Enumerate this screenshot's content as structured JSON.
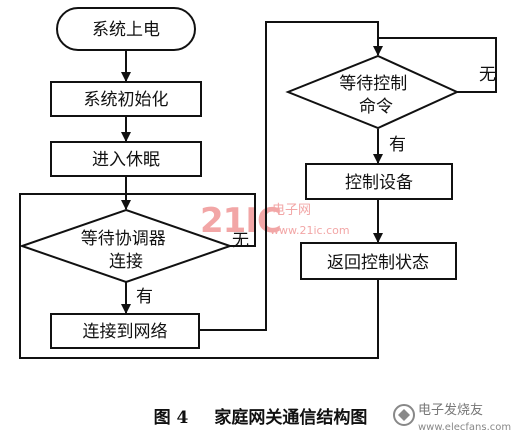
{
  "nodes": {
    "power_on": "系统上电",
    "init": "系统初始化",
    "sleep": "进入休眠",
    "wait_coordinator": "等待协调器\n连接",
    "connect_network": "连接到网络",
    "wait_command": "等待控制\n命令",
    "control_device": "控制设备",
    "return_state": "返回控制状态"
  },
  "edge_labels": {
    "coordinator_no": "无",
    "coordinator_yes": "有",
    "command_no": "无",
    "command_yes": "有"
  },
  "caption": {
    "figure_label": "图 4",
    "title": "家庭网关通信结构图"
  },
  "watermarks": {
    "site_logo": "21IC",
    "site_name": "电子网",
    "site_url": "www.21ic.com",
    "corner_text": "电子发烧友",
    "corner_url": "www.elecfans.com"
  },
  "colors": {
    "stroke": "#111111",
    "watermark_red": "#f2a6a6",
    "watermark_gray": "#777777"
  }
}
